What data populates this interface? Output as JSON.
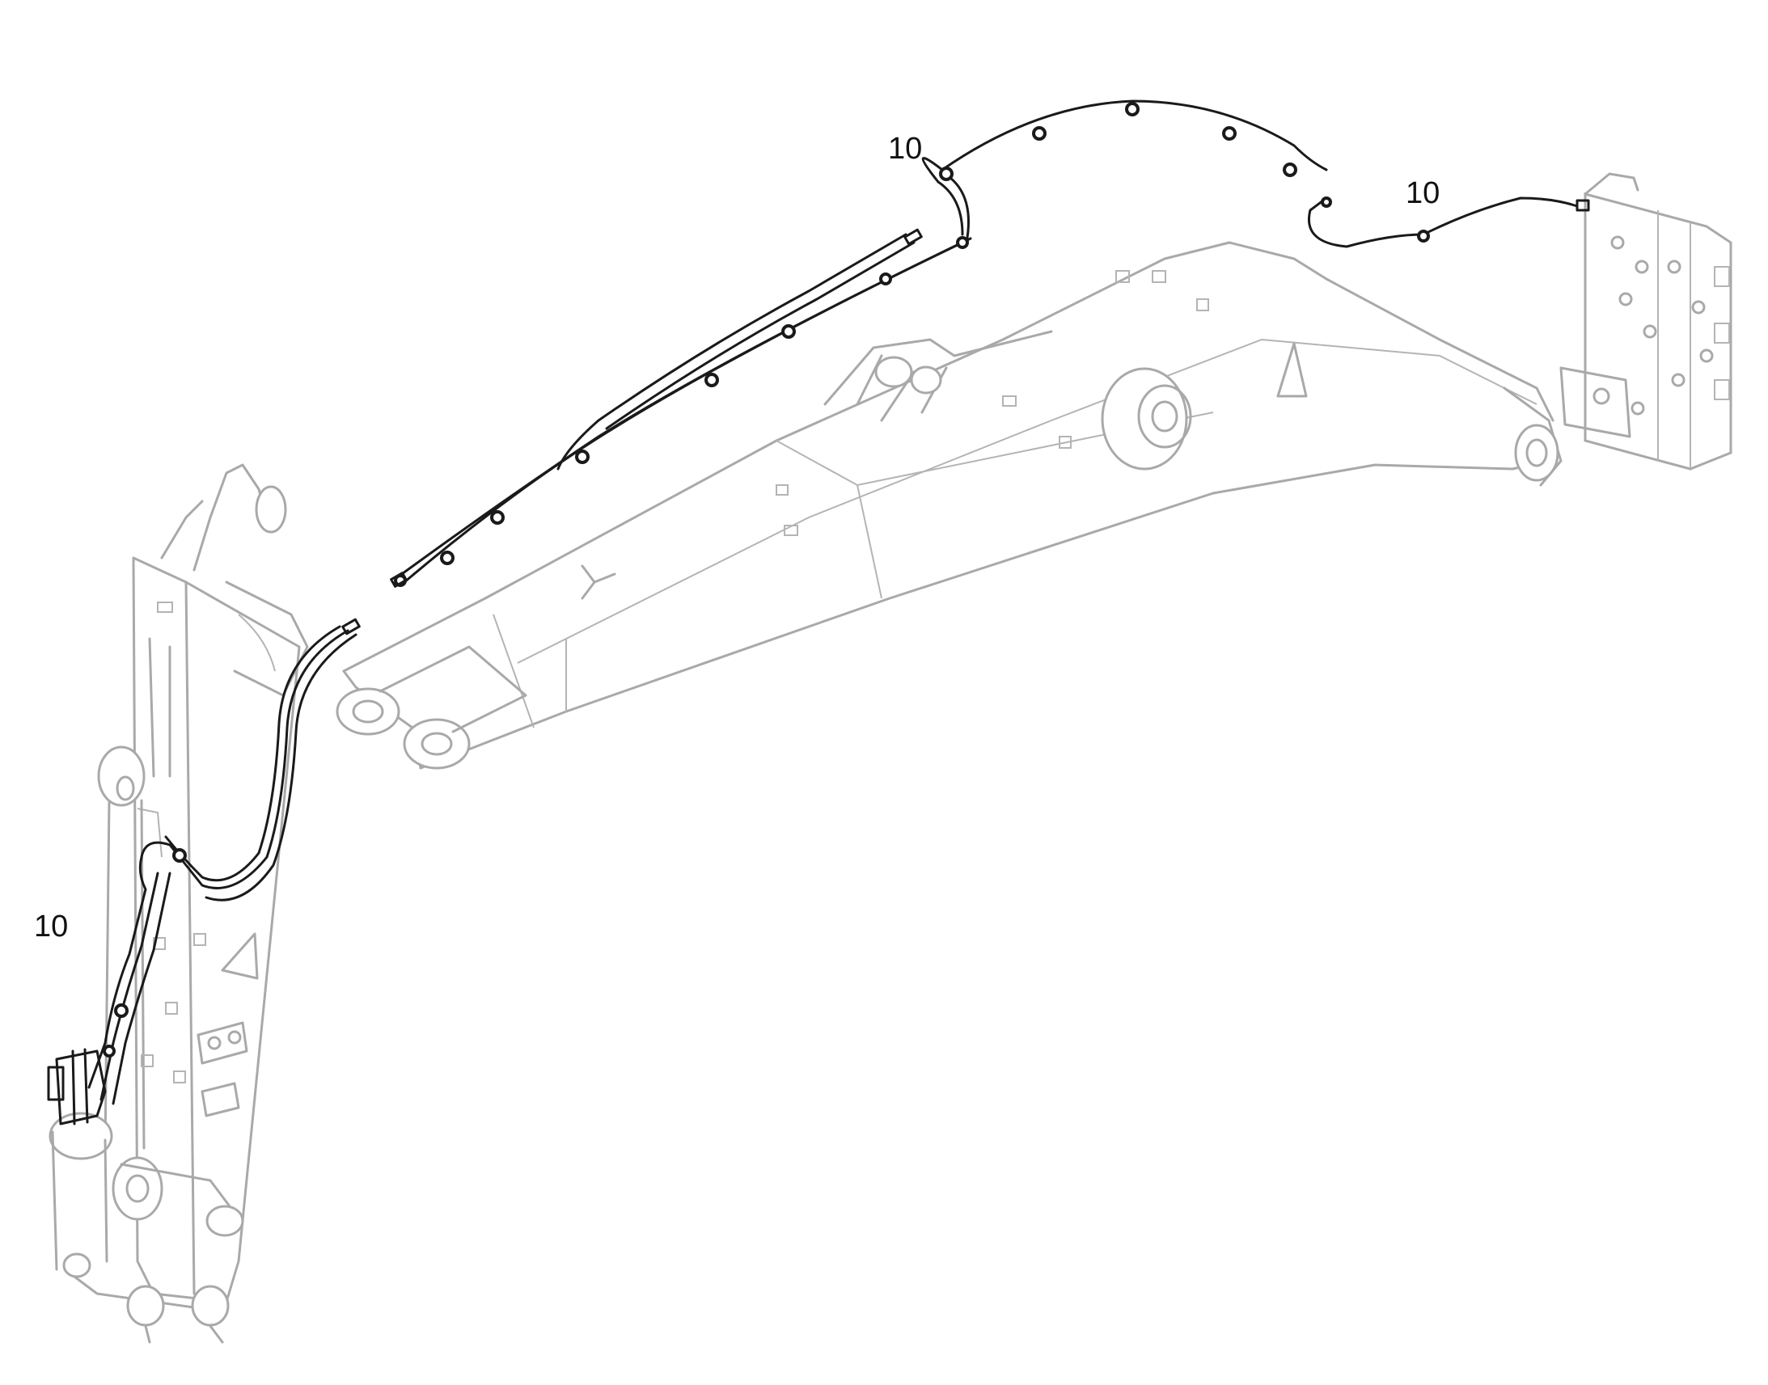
{
  "callouts": [
    {
      "id": "hose-boom-top",
      "label": "10"
    },
    {
      "id": "hose-valve",
      "label": "10"
    },
    {
      "id": "hose-arm",
      "label": "10"
    }
  ],
  "colors": {
    "part_outline": "#a9a9a9",
    "hose": "#1a1a1a",
    "label": "#111111",
    "background": "#ffffff"
  }
}
